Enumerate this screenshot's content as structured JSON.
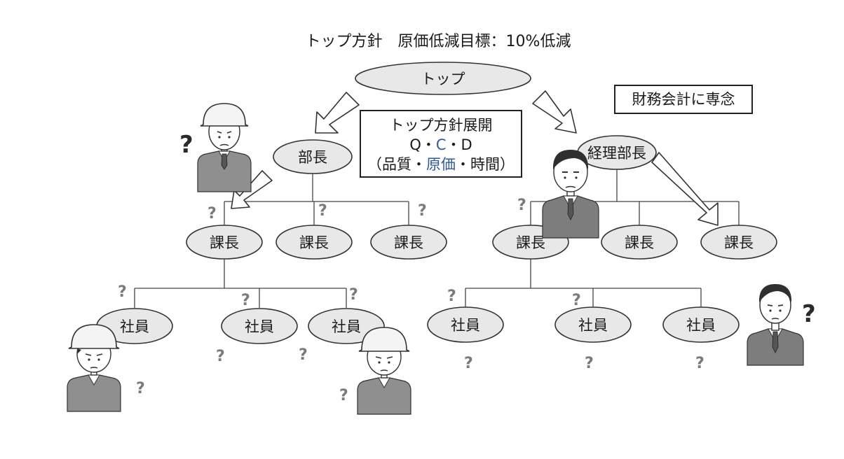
{
  "title": "トップ方針　原価低減目標：10%低減",
  "top": {
    "label": "トップ"
  },
  "policy_box": {
    "line1": "トップ方針展開",
    "qcd_q": "Q・",
    "qcd_c": "C",
    "qcd_d": "・D",
    "line3_pre": "（品質・",
    "line3_accent": "原価",
    "line3_post": "・時間）"
  },
  "finance_box": {
    "label": "財務会計に専念"
  },
  "left": {
    "manager": "部長",
    "section_chiefs": [
      "課長",
      "課長",
      "課長"
    ],
    "staff": [
      "社員",
      "社員",
      "社員"
    ]
  },
  "right": {
    "manager": "経理部長",
    "section_chiefs": [
      "課長",
      "課長",
      "課長"
    ],
    "staff": [
      "社員",
      "社員",
      "社員"
    ]
  },
  "question_mark": "?",
  "colors": {
    "accent": "#2f5a9e",
    "node_fill": "#e8e8e8"
  },
  "icons": [
    "worker-helmet-icon",
    "businessman-icon",
    "question-mark-icon"
  ]
}
